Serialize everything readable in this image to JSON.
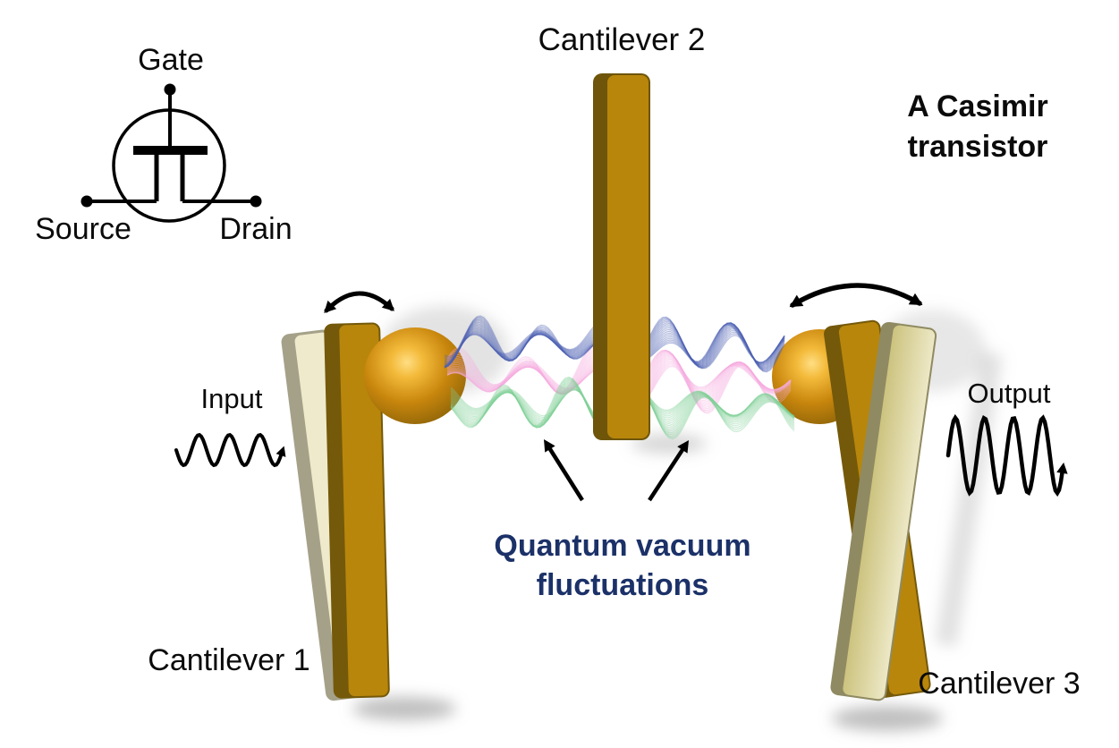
{
  "title": {
    "lines": [
      "A Casimir",
      "transistor"
    ]
  },
  "symbol": {
    "gate": "Gate",
    "source": "Source",
    "drain": "Drain"
  },
  "cantilevers": {
    "c1": "Cantilever 1",
    "c2": "Cantilever 2",
    "c3": "Cantilever 3"
  },
  "io": {
    "input": "Input",
    "output": "Output"
  },
  "caption": {
    "lines": [
      "Quantum vacuum",
      "fluctuations"
    ]
  },
  "colors": {
    "ink": "#0B0B0B",
    "gold_face": "#B8860B",
    "gold_edge": "#74590A",
    "gold_edge_dark": "#6E5509",
    "ghost_face": "#EFEACB",
    "ghost_edge": "#A5A189",
    "ghost_face_right_dark": "#CCC37F",
    "ghost_face_right_light": "#EDE8C6",
    "ghost_edge_right": "#8F8A62",
    "sphere_highlight": "#FFDE84",
    "sphere_light": "#F3BA3A",
    "sphere_mid": "#C8860D",
    "sphere_dark": "#8A6208",
    "wave_blue": "#4A5FB2",
    "wave_pink": "#F4A9DF",
    "wave_green": "#7FD096",
    "caption_text": "#1B3168"
  }
}
